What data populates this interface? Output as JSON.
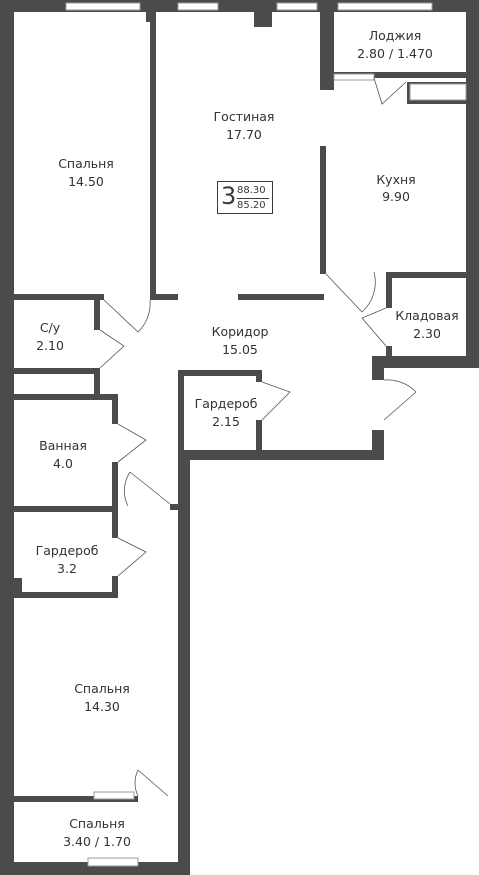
{
  "colors": {
    "wall": "#4b4b4b",
    "window": "#9a9a9a",
    "text": "#333333",
    "door": "#555555"
  },
  "apartment": {
    "rooms_count": "3",
    "total_area": "88.30",
    "living_area": "85.20"
  },
  "rooms": {
    "bedroom_1": {
      "name": "Спальня",
      "area": "14.50"
    },
    "living_room": {
      "name": "Гостиная",
      "area": "17.70"
    },
    "loggia": {
      "name": "Лоджия",
      "area": "2.80 / 1.470"
    },
    "kitchen": {
      "name": "Кухня",
      "area": "9.90"
    },
    "pantry": {
      "name": "Кладовая",
      "area": "2.30"
    },
    "wc": {
      "name": "С/у",
      "area": "2.10"
    },
    "corridor": {
      "name": "Коридор",
      "area": "15.05"
    },
    "wardrobe_1": {
      "name": "Гардероб",
      "area": "2.15"
    },
    "bathroom": {
      "name": "Ванная",
      "area": "4.0"
    },
    "wardrobe_2": {
      "name": "Гардероб",
      "area": "3.2"
    },
    "bedroom_2": {
      "name": "Спальня",
      "area": "14.30"
    },
    "bedroom_3": {
      "name": "Спальня",
      "area": "3.40 / 1.70"
    }
  }
}
